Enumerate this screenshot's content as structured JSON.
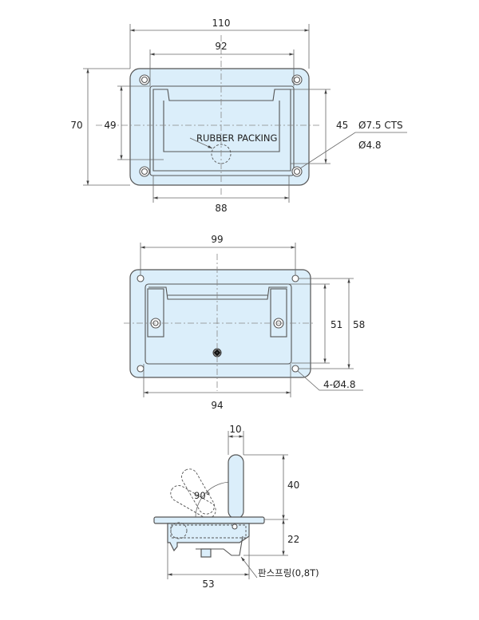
{
  "top_view": {
    "dims": {
      "overall_width": "110",
      "inner_width": "92",
      "overall_height": "70",
      "inner_height": "49",
      "slot_height": "45",
      "hole_spacing": "88"
    },
    "hole_callout": {
      "line1": "Ø7.5 CTS",
      "line2": "Ø4.8"
    },
    "rubber_label": "RUBBER PACKING"
  },
  "bottom_view": {
    "dims": {
      "hole_spacing_width": "99",
      "bottom_width": "94",
      "inner_height": "51",
      "hole_spacing_height": "58"
    },
    "hole_callout": "4-Ø4.8"
  },
  "side_view": {
    "dims": {
      "handle_width": "10",
      "handle_height": "40",
      "depth": "22",
      "body_width": "53"
    },
    "angle": "90°",
    "spring_label": "판스프링(0,8T)"
  },
  "colors": {
    "part_fill": "#dbeefa",
    "line": "#555555"
  }
}
